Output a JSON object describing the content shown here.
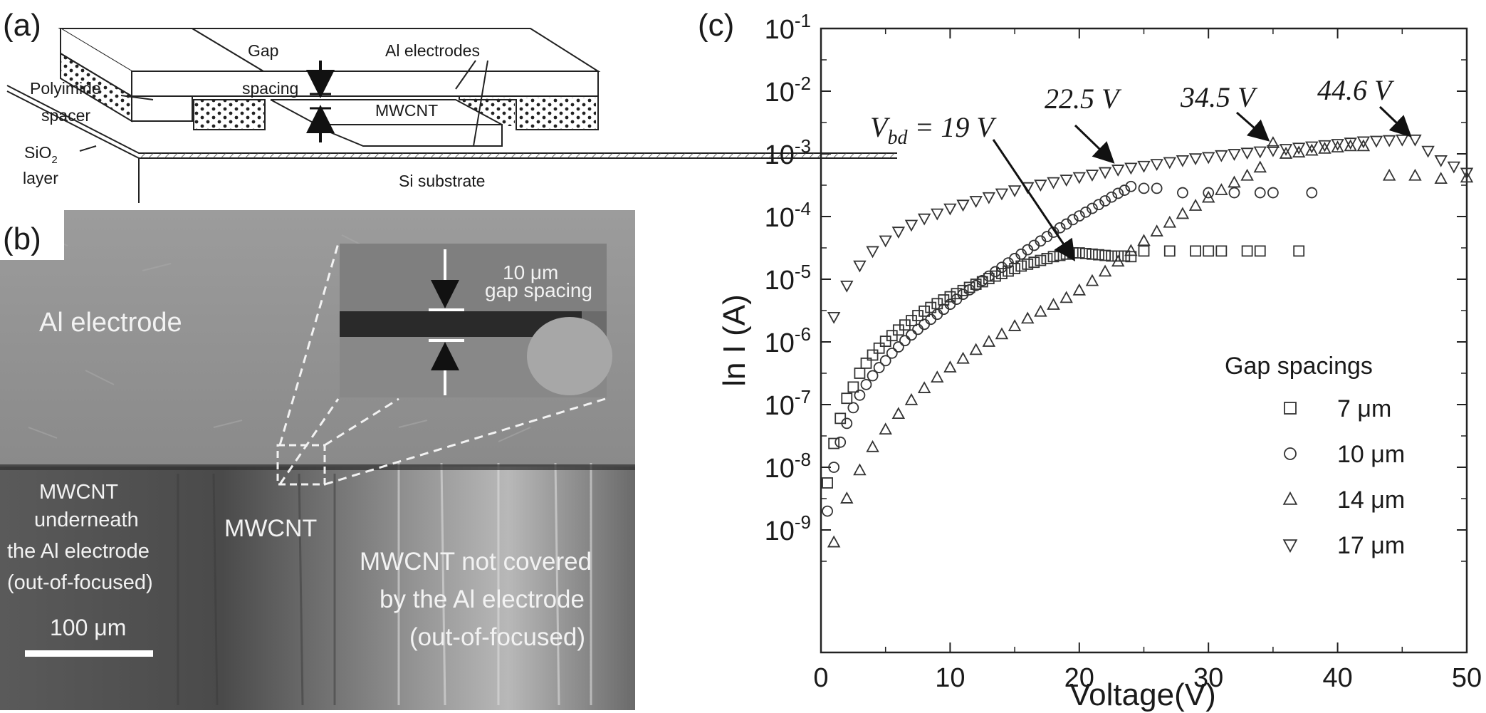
{
  "panel_a": {
    "label": "(a)",
    "al_electrodes": "Al electrodes",
    "gap_line1": "Gap",
    "gap_line2": "spacing",
    "polyimide_line1": "Polyimide",
    "polyimide_line2": "spacer",
    "mwcnt": "MWCNT",
    "sio2_base": "SiO",
    "sio2_sub": "2",
    "sio2_line2": "layer",
    "si_substrate": "Si substrate"
  },
  "panel_b": {
    "label": "(b)",
    "al_electrode": "Al electrode",
    "inset_line1": "10 μm",
    "inset_line2": "gap spacing",
    "mwcnt_left_1": "MWCNT",
    "mwcnt_left_2": "underneath",
    "mwcnt_left_3": "the Al electrode",
    "mwcnt_left_4": "(out-of-focused)",
    "mwcnt_center": "MWCNT",
    "mwcnt_right_1": "MWCNT not covered",
    "mwcnt_right_2": "by the Al electrode",
    "mwcnt_right_3": "(out-of-focused)",
    "scale_bar": "100 μm"
  },
  "panel_c": {
    "label": "(c)"
  },
  "chart_data": {
    "type": "scatter",
    "xlabel": "Voltage(V)",
    "ylabel": "ln I (A)",
    "xlim": [
      0,
      50
    ],
    "ylim_exp": [
      -11,
      -1
    ],
    "y_scale": "log",
    "x_ticks": [
      "0",
      "10",
      "20",
      "30",
      "40",
      "50"
    ],
    "y_ticks": [
      {
        "base": "10",
        "exp": "-1"
      },
      {
        "base": "10",
        "exp": "-2"
      },
      {
        "base": "10",
        "exp": "-3"
      },
      {
        "base": "10",
        "exp": "-4"
      },
      {
        "base": "10",
        "exp": "-5"
      },
      {
        "base": "10",
        "exp": "-6"
      },
      {
        "base": "10",
        "exp": "-7"
      },
      {
        "base": "10",
        "exp": "-8"
      },
      {
        "base": "10",
        "exp": "-9"
      }
    ],
    "legend_title": "Gap spacings",
    "legend_placement": "bottom-right",
    "series": [
      {
        "name": "7 μm",
        "marker": "square",
        "x": [
          0.5,
          1,
          1.5,
          2,
          2.5,
          3,
          3.5,
          4,
          4.5,
          5,
          5.5,
          6,
          6.5,
          7,
          7.5,
          8,
          8.5,
          9,
          9.5,
          10,
          10.5,
          11,
          11.5,
          12,
          12.5,
          13,
          13.5,
          14,
          14.5,
          15,
          15.5,
          16,
          16.5,
          17,
          17.5,
          18,
          18.5,
          19,
          19.5,
          20,
          20.5,
          21,
          21.5,
          22,
          22.5,
          23,
          23.5,
          24,
          25,
          27,
          29,
          30,
          31,
          33,
          34,
          37
        ],
        "y_log10": [
          -8.25,
          -7.62,
          -7.22,
          -6.9,
          -6.72,
          -6.5,
          -6.34,
          -6.21,
          -6.1,
          -5.99,
          -5.9,
          -5.81,
          -5.73,
          -5.66,
          -5.58,
          -5.51,
          -5.45,
          -5.39,
          -5.33,
          -5.28,
          -5.23,
          -5.18,
          -5.13,
          -5.08,
          -5.04,
          -4.99,
          -4.95,
          -4.91,
          -4.87,
          -4.83,
          -4.79,
          -4.76,
          -4.73,
          -4.7,
          -4.67,
          -4.64,
          -4.62,
          -4.6,
          -4.58,
          -4.58,
          -4.59,
          -4.6,
          -4.61,
          -4.62,
          -4.63,
          -4.63,
          -4.63,
          -4.64,
          -4.55,
          -4.55,
          -4.55,
          -4.55,
          -4.55,
          -4.55,
          -4.55,
          -4.55
        ]
      },
      {
        "name": "10 μm",
        "marker": "circle",
        "x": [
          0.5,
          1,
          1.5,
          2,
          2.5,
          3,
          3.5,
          4,
          4.5,
          5,
          5.5,
          6,
          6.5,
          7,
          7.5,
          8,
          8.5,
          9,
          9.5,
          10,
          10.5,
          11,
          11.5,
          12,
          12.5,
          13,
          13.5,
          14,
          14.5,
          15,
          15.5,
          16,
          16.5,
          17,
          17.5,
          18,
          18.5,
          19,
          19.5,
          20,
          20.5,
          21,
          21.5,
          22,
          22.5,
          23,
          23.5,
          24,
          25,
          26,
          28,
          30,
          32,
          34,
          35,
          38
        ],
        "y_log10": [
          -8.7,
          -8.0,
          -7.6,
          -7.3,
          -7.05,
          -6.85,
          -6.68,
          -6.54,
          -6.41,
          -6.3,
          -6.18,
          -6.08,
          -5.98,
          -5.89,
          -5.8,
          -5.72,
          -5.64,
          -5.56,
          -5.48,
          -5.4,
          -5.32,
          -5.24,
          -5.17,
          -5.1,
          -5.02,
          -4.95,
          -4.88,
          -4.81,
          -4.74,
          -4.67,
          -4.6,
          -4.53,
          -4.46,
          -4.39,
          -4.32,
          -4.25,
          -4.18,
          -4.12,
          -4.05,
          -3.99,
          -3.93,
          -3.87,
          -3.81,
          -3.75,
          -3.69,
          -3.63,
          -3.58,
          -3.52,
          -3.55,
          -3.55,
          -3.62,
          -3.62,
          -3.62,
          -3.62,
          -3.62,
          -3.62
        ]
      },
      {
        "name": "14 μm",
        "marker": "triangle-up",
        "x": [
          1,
          2,
          3,
          4,
          5,
          6,
          7,
          8,
          9,
          10,
          11,
          12,
          13,
          14,
          15,
          16,
          17,
          18,
          19,
          20,
          21,
          22,
          23,
          24,
          25,
          26,
          27,
          28,
          29,
          30,
          31,
          32,
          33,
          34,
          35,
          36,
          37,
          38,
          39,
          40,
          41,
          42,
          44,
          46,
          48,
          50
        ],
        "y_log10": [
          -9.2,
          -8.5,
          -8.05,
          -7.68,
          -7.4,
          -7.15,
          -6.93,
          -6.74,
          -6.57,
          -6.41,
          -6.27,
          -6.13,
          -6.0,
          -5.88,
          -5.75,
          -5.63,
          -5.52,
          -5.41,
          -5.3,
          -5.18,
          -5.03,
          -4.88,
          -4.72,
          -4.55,
          -4.39,
          -4.24,
          -4.1,
          -3.96,
          -3.83,
          -3.7,
          -3.58,
          -3.46,
          -3.35,
          -3.22,
          -2.83,
          -3.0,
          -2.98,
          -2.95,
          -2.92,
          -2.9,
          -2.88,
          -2.88,
          -3.35,
          -3.35,
          -3.4,
          -3.38
        ]
      },
      {
        "name": "17 μm",
        "marker": "triangle-down",
        "x": [
          1,
          2,
          3,
          4,
          5,
          6,
          7,
          8,
          9,
          10,
          11,
          12,
          13,
          14,
          15,
          16,
          17,
          18,
          19,
          20,
          21,
          22,
          23,
          24,
          25,
          26,
          27,
          28,
          29,
          30,
          31,
          32,
          33,
          34,
          35,
          36,
          37,
          38,
          39,
          40,
          41,
          42,
          43,
          44,
          45,
          46,
          47,
          48,
          49,
          50
        ],
        "y_log10": [
          -5.6,
          -5.1,
          -4.78,
          -4.55,
          -4.38,
          -4.24,
          -4.13,
          -4.03,
          -3.95,
          -3.87,
          -3.81,
          -3.75,
          -3.69,
          -3.63,
          -3.58,
          -3.53,
          -3.49,
          -3.45,
          -3.41,
          -3.37,
          -3.33,
          -3.29,
          -3.25,
          -3.22,
          -3.19,
          -3.16,
          -3.13,
          -3.1,
          -3.07,
          -3.05,
          -3.02,
          -3.0,
          -2.98,
          -2.96,
          -2.94,
          -2.92,
          -2.9,
          -2.88,
          -2.86,
          -2.84,
          -2.82,
          -2.8,
          -2.79,
          -2.78,
          -2.77,
          -2.77,
          -2.95,
          -3.1,
          -3.2,
          -3.3
        ]
      }
    ],
    "annotations": [
      {
        "base": "V",
        "sub": "bd",
        "rest": " = 19 V",
        "target_x": 19.5,
        "target_y_log10": -4.75
      },
      {
        "text": "22.5 V",
        "target_x": 22.5,
        "target_y_log10": -3.2
      },
      {
        "text": "34.5 V",
        "target_x": 34.5,
        "target_y_log10": -2.85
      },
      {
        "text": "44.6 V",
        "target_x": 45.5,
        "target_y_log10": -2.78
      }
    ]
  }
}
